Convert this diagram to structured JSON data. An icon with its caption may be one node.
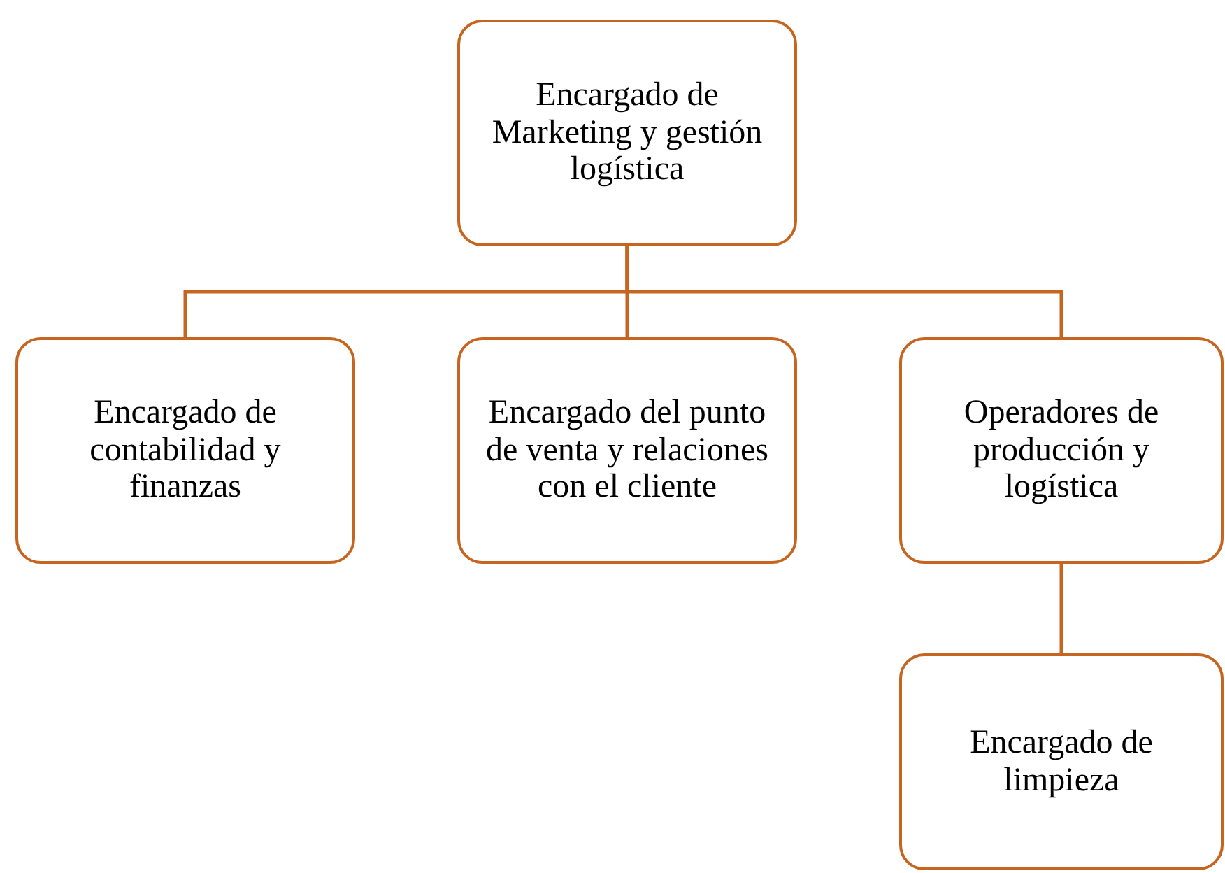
{
  "diagram": {
    "nodes": [
      {
        "text": [
          "Encargado de Marketing y gestión logística"
        ]
      },
      {
        "text": [
          "Encargado de contabilidad y finanzas"
        ]
      },
      {
        "text": [
          "Encargado del punto de venta y relaciones con el cliente"
        ]
      },
      {
        "text": [
          "Operadores de producción y logística"
        ]
      },
      {
        "text": [
          "Encargado de limpieza"
        ]
      }
    ],
    "edges": [
      {
        "from": 0,
        "to": 1,
        "arrow": "none"
      },
      {
        "from": 0,
        "to": 2,
        "arrow": "none"
      },
      {
        "from": 0,
        "to": 3,
        "arrow": "none"
      },
      {
        "from": 3,
        "to": 4,
        "arrow": "none"
      }
    ]
  }
}
